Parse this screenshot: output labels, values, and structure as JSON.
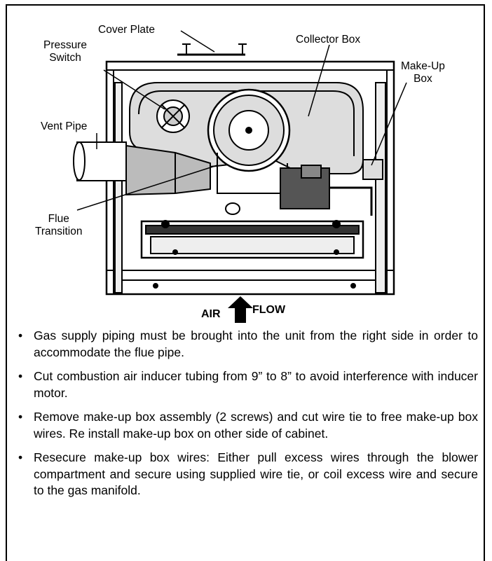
{
  "figure": {
    "labels": {
      "cover_plate": "Cover Plate",
      "pressure_switch": "Pressure\nSwitch",
      "collector_box": "Collector Box",
      "make_up_box": "Make-Up\nBox",
      "vent_pipe": "Vent Pipe",
      "flue_transition": "Flue\nTransition",
      "air": "AIR",
      "flow": "FLOW"
    }
  },
  "bullets": [
    "Gas supply piping must be brought into the unit from the right side in order to accommodate the flue pipe.",
    "Cut combustion air inducer tubing from 9” to 8” to avoid interference with inducer motor.",
    "Remove make-up box assembly (2 screws) and cut wire tie to free make-up box wires. Re install make-up box on other side of cabinet.",
    "Resecure make-up box wires: Either pull excess wires through the blower compartment and secure using supplied wire tie, or coil excess wire and secure to the gas manifold."
  ],
  "bullet_glyph": "•"
}
